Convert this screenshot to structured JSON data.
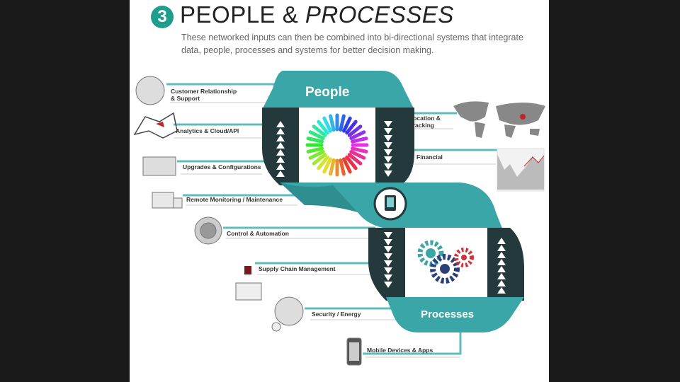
{
  "header": {
    "step_number": "3",
    "title_plain": "PEOPLE &",
    "title_italic": "PROCESSES",
    "subtitle": "These networked inputs can then be combined into bi-directional systems that integrate data, people, processes and systems for better decision making."
  },
  "ribbon": {
    "top_label": "People",
    "bottom_label": "Processes"
  },
  "inputs": [
    {
      "label": "Customer Relationship & Support",
      "icon": "crm-icon"
    },
    {
      "label": "Analytics & Cloud/API",
      "icon": "network-icon"
    },
    {
      "label": "Upgrades & Configurations",
      "icon": "toolbox-icon"
    },
    {
      "label": "Remote Monitoring / Maintenance",
      "icon": "truck-icon"
    },
    {
      "label": "Control & Automation",
      "icon": "dial-icon"
    },
    {
      "label": "Supply Chain Management",
      "icon": "crane-icon"
    },
    {
      "label": "Security / Energy",
      "icon": "lock-icon"
    },
    {
      "label": "Mobile Devices & Apps",
      "icon": "phone-icon"
    },
    {
      "label": "Location & Tracking",
      "icon": "world-map-icon"
    },
    {
      "label": "Financial",
      "icon": "stock-chart-icon"
    }
  ],
  "colors": {
    "teal": "#3aa6a8",
    "dark": "#23393b",
    "accent": "#1f9e8e"
  }
}
